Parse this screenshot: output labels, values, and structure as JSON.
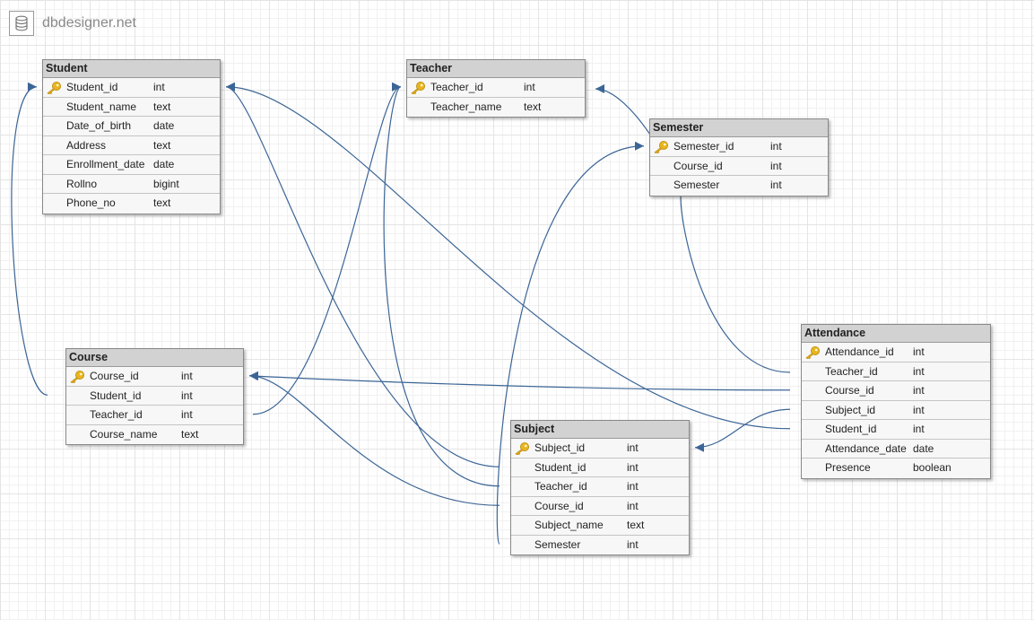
{
  "brand": {
    "name": "dbdesigner.net",
    "logo_icon": "database-icon"
  },
  "colors": {
    "link": "#3b6596",
    "header_bg": "#d2d2d2",
    "key_icon": "#e8b520"
  },
  "tables": [
    {
      "id": "student",
      "title": "Student",
      "fields": [
        {
          "name": "Student_id",
          "type": "int",
          "pk": true
        },
        {
          "name": "Student_name",
          "type": "text"
        },
        {
          "name": "Date_of_birth",
          "type": "date"
        },
        {
          "name": "Address",
          "type": "text"
        },
        {
          "name": "Enrollment_date",
          "type": "date"
        },
        {
          "name": "Rollno",
          "type": "bigint"
        },
        {
          "name": "Phone_no",
          "type": "text"
        }
      ]
    },
    {
      "id": "teacher",
      "title": "Teacher",
      "fields": [
        {
          "name": "Teacher_id",
          "type": "int",
          "pk": true
        },
        {
          "name": "Teacher_name",
          "type": "text"
        }
      ]
    },
    {
      "id": "semester",
      "title": "Semester",
      "fields": [
        {
          "name": "Semester_id",
          "type": "int",
          "pk": true
        },
        {
          "name": "Course_id",
          "type": "int"
        },
        {
          "name": "Semester",
          "type": "int"
        }
      ]
    },
    {
      "id": "attendance",
      "title": "Attendance",
      "fields": [
        {
          "name": "Attendance_id",
          "type": "int",
          "pk": true
        },
        {
          "name": "Teacher_id",
          "type": "int"
        },
        {
          "name": "Course_id",
          "type": "int"
        },
        {
          "name": "Subject_id",
          "type": "int"
        },
        {
          "name": "Student_id",
          "type": "int"
        },
        {
          "name": "Attendance_date",
          "type": "date"
        },
        {
          "name": "Presence",
          "type": "boolean"
        }
      ]
    },
    {
      "id": "course",
      "title": "Course",
      "fields": [
        {
          "name": "Course_id",
          "type": "int",
          "pk": true
        },
        {
          "name": "Student_id",
          "type": "int"
        },
        {
          "name": "Teacher_id",
          "type": "int"
        },
        {
          "name": "Course_name",
          "type": "text"
        }
      ]
    },
    {
      "id": "subject",
      "title": "Subject",
      "fields": [
        {
          "name": "Subject_id",
          "type": "int",
          "pk": true
        },
        {
          "name": "Student_id",
          "type": "int"
        },
        {
          "name": "Teacher_id",
          "type": "int"
        },
        {
          "name": "Course_id",
          "type": "int"
        },
        {
          "name": "Subject_name",
          "type": "text"
        },
        {
          "name": "Semester",
          "type": "int"
        }
      ]
    }
  ],
  "relations": [
    {
      "from": [
        "course",
        "Student_id"
      ],
      "to": [
        "student",
        "Student_id"
      ]
    },
    {
      "from": [
        "course",
        "Teacher_id"
      ],
      "to": [
        "teacher",
        "Teacher_id"
      ]
    },
    {
      "from": [
        "subject",
        "Student_id"
      ],
      "to": [
        "student",
        "Student_id"
      ]
    },
    {
      "from": [
        "subject",
        "Teacher_id"
      ],
      "to": [
        "teacher",
        "Teacher_id"
      ]
    },
    {
      "from": [
        "subject",
        "Course_id"
      ],
      "to": [
        "course",
        "Course_id"
      ]
    },
    {
      "from": [
        "subject",
        "Semester"
      ],
      "to": [
        "semester",
        "Semester_id"
      ]
    },
    {
      "from": [
        "semester",
        "Course_id"
      ],
      "to": [
        "teacher",
        "Teacher_id"
      ]
    },
    {
      "from": [
        "attendance",
        "Teacher_id"
      ],
      "to": [
        "semester",
        "Semester"
      ]
    },
    {
      "from": [
        "attendance",
        "Course_id"
      ],
      "to": [
        "course",
        "Course_id"
      ]
    },
    {
      "from": [
        "attendance",
        "Subject_id"
      ],
      "to": [
        "subject",
        "Subject_id"
      ]
    },
    {
      "from": [
        "attendance",
        "Student_id"
      ],
      "to": [
        "student",
        "Student_id"
      ]
    }
  ]
}
